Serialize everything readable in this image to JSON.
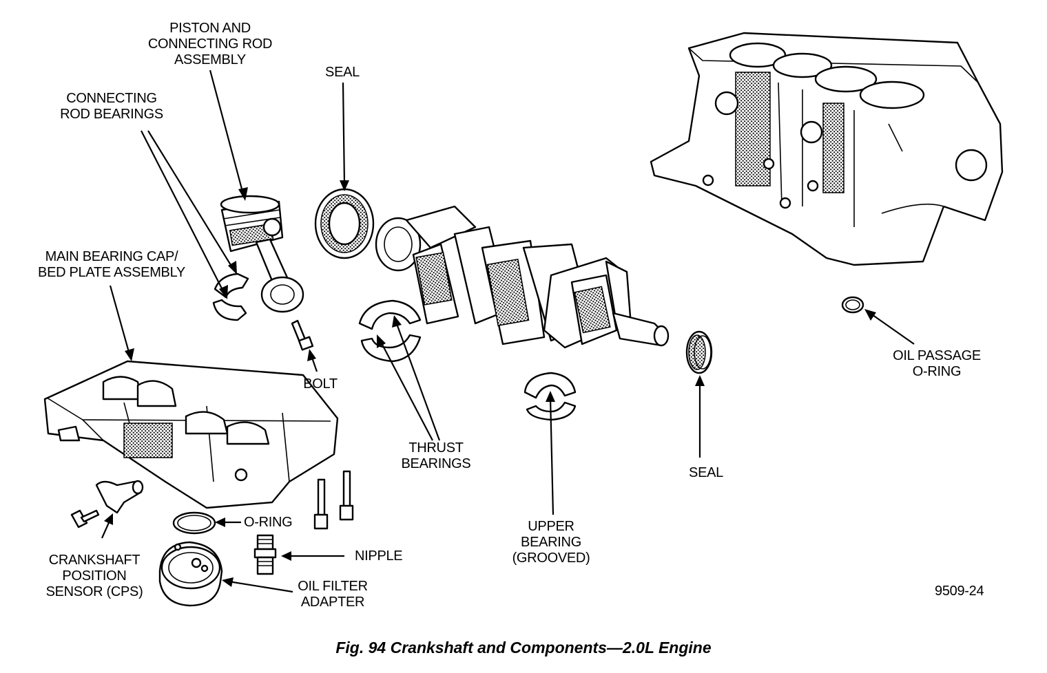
{
  "figure": {
    "caption": "Fig. 94 Crankshaft and Components—2.0L Engine",
    "code": "9509-24"
  },
  "labels": {
    "piston": "PISTON AND\nCONNECTING ROD\nASSEMBLY",
    "rod_bearings": "CONNECTING\nROD BEARINGS",
    "seal_rear": "SEAL",
    "main_bearing_cap": "MAIN BEARING CAP/\nBED PLATE ASSEMBLY",
    "bolt": "BOLT",
    "thrust_bearings": "THRUST\nBEARINGS",
    "upper_bearing": "UPPER\nBEARING\n(GROOVED)",
    "seal_front": "SEAL",
    "oil_passage_oring": "OIL PASSAGE\nO-RING",
    "oring": "O-RING",
    "nipple": "NIPPLE",
    "crank_sensor": "CRANKSHAFT\nPOSITION\nSENSOR (CPS)",
    "oil_filter_adapter": "OIL FILTER\nADAPTER"
  }
}
